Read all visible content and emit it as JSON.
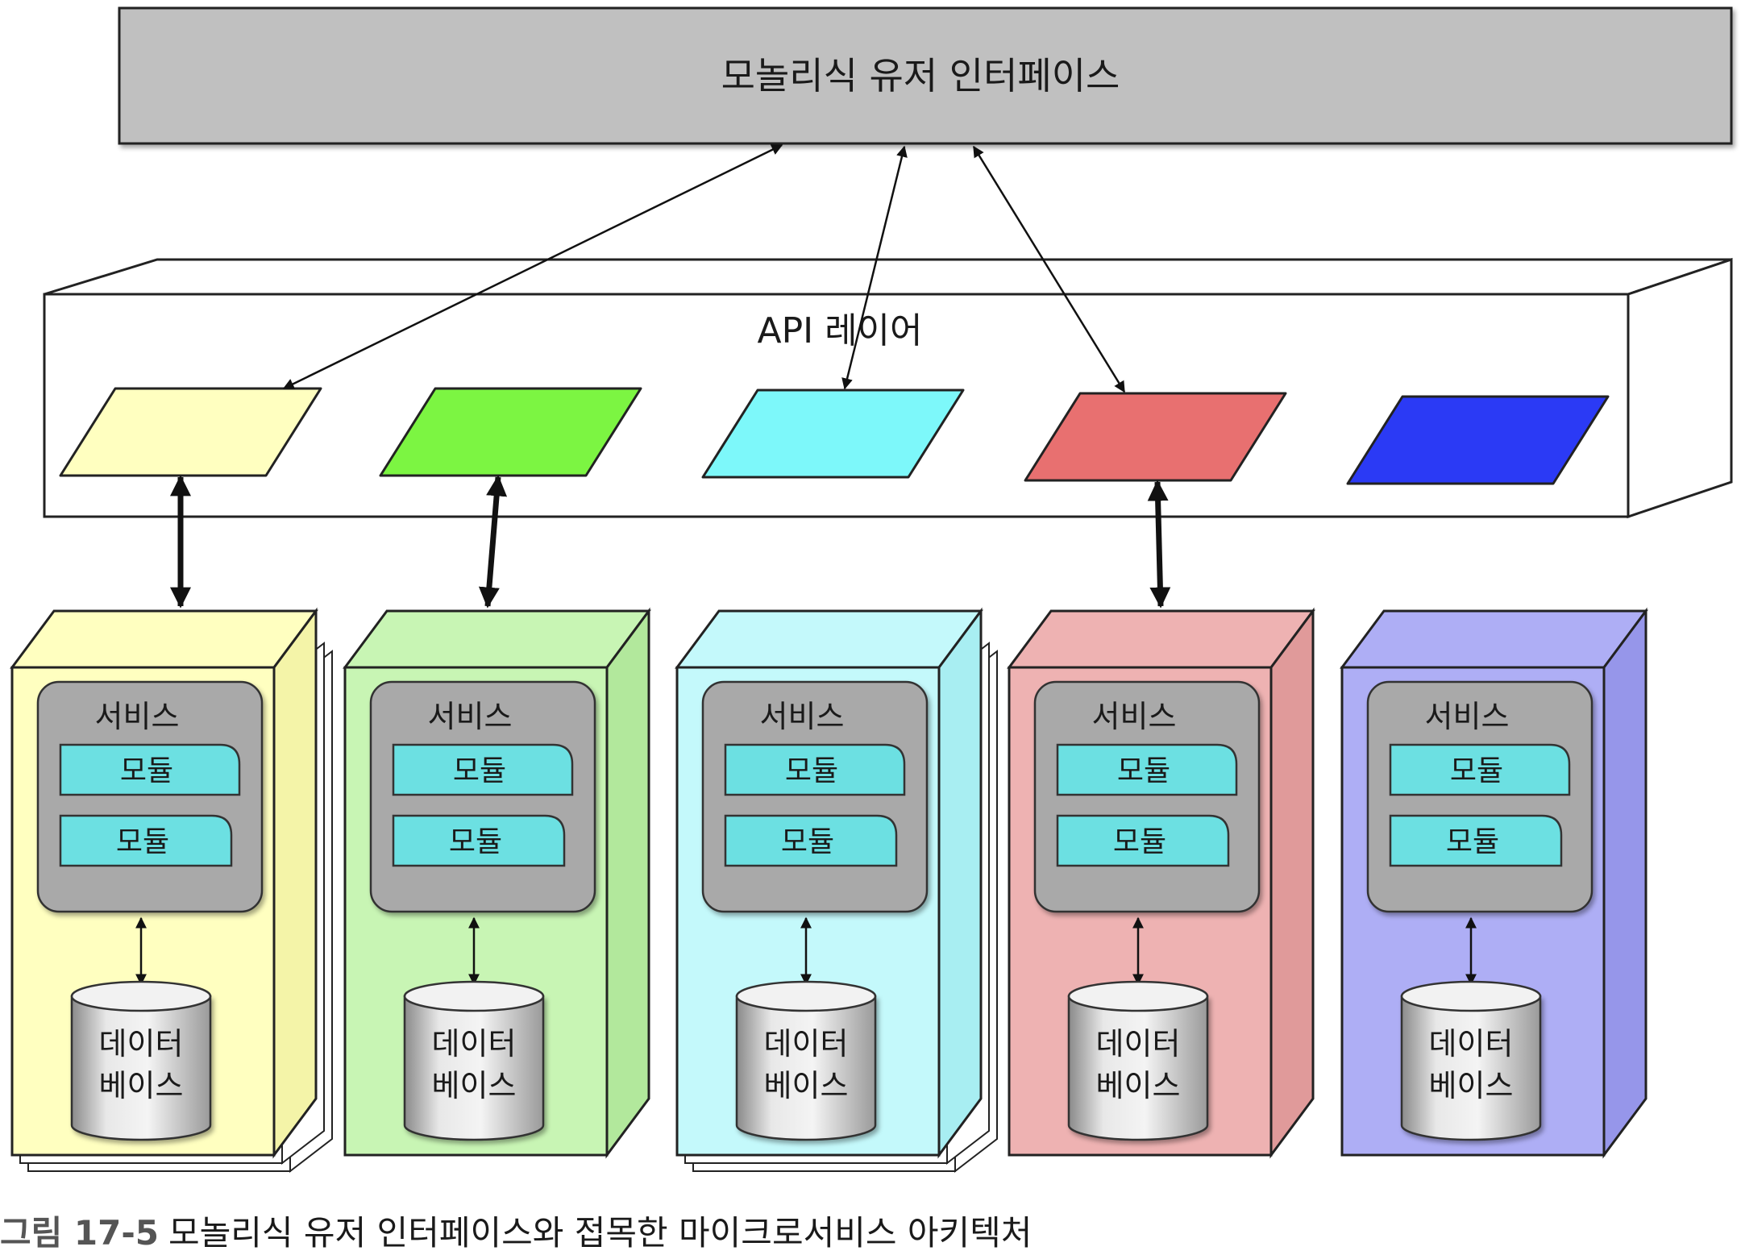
{
  "monolithic_ui": {
    "label": "모놀리식 유저 인터페이스"
  },
  "api_layer": {
    "label": "API 레이어",
    "endpoints": [
      {
        "color": "#FFFFC0"
      },
      {
        "color": "#7CF542"
      },
      {
        "color": "#7DF8FA"
      },
      {
        "color": "#E87070"
      },
      {
        "color": "#2B3AF5"
      }
    ]
  },
  "services": [
    {
      "service_label": "서비스",
      "modules": [
        "모듈",
        "모듈"
      ],
      "db_label_line1": "데이터",
      "db_label_line2": "베이스",
      "color": "#FFFFC0",
      "side_color": "#F4F4A8",
      "stacked": true
    },
    {
      "service_label": "서비스",
      "modules": [
        "모듈",
        "모듈"
      ],
      "db_label_line1": "데이터",
      "db_label_line2": "베이스",
      "color": "#C8F5B4",
      "side_color": "#B2E89C",
      "stacked": false
    },
    {
      "service_label": "서비스",
      "modules": [
        "모듈",
        "모듈"
      ],
      "db_label_line1": "데이터",
      "db_label_line2": "베이스",
      "color": "#C4F9FB",
      "side_color": "#A8EEF2",
      "stacked": true
    },
    {
      "service_label": "서비스",
      "modules": [
        "모듈",
        "모듈"
      ],
      "db_label_line1": "데이터",
      "db_label_line2": "베이스",
      "color": "#EEB2B2",
      "side_color": "#E09A9A",
      "stacked": false
    },
    {
      "service_label": "서비스",
      "modules": [
        "모듈",
        "모듈"
      ],
      "db_label_line1": "데이터",
      "db_label_line2": "베이스",
      "color": "#AEAEF5",
      "side_color": "#9696EA",
      "stacked": false
    }
  ],
  "caption": {
    "figure_number": "그림 17-5",
    "text": "모놀리식 유저 인터페이스와 접목한 마이크로서비스 아키텍처"
  }
}
